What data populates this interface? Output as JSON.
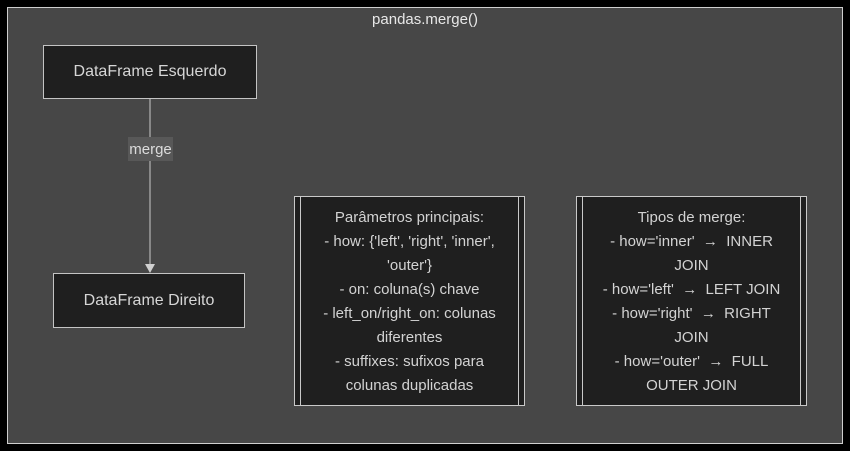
{
  "title": "pandas.merge()",
  "colors": {
    "page_background": "#000000",
    "diagram_background": "#474747",
    "diagram_border": "#cfcfcf",
    "node_fill": "#1f1f1f",
    "node_border": "#c4c4c4",
    "node_text": "#d6d6d6",
    "edge_line": "#c8c8c8",
    "edge_label_background": "#585858"
  },
  "nodes": {
    "left": {
      "label": "DataFrame Esquerdo"
    },
    "right": {
      "label": "DataFrame Direito"
    }
  },
  "edge": {
    "label": "merge"
  },
  "notes": [
    {
      "id": "parametros-principais",
      "lines": [
        "Parâmetros principais:",
        "- how: {'left', 'right', 'inner',",
        "'outer'}",
        "- on: coluna(s) chave",
        "- left_on/right_on: colunas",
        "diferentes",
        "- suffixes: sufixos para",
        "colunas duplicadas"
      ]
    },
    {
      "id": "tipos-de-merge",
      "lines": [
        "Tipos de merge:",
        "- how='inner'  →  INNER",
        "JOIN",
        "- how='left'  →  LEFT JOIN",
        "- how='right'  →  RIGHT",
        "JOIN",
        "- how='outer'  →  FULL",
        "OUTER JOIN"
      ]
    }
  ]
}
